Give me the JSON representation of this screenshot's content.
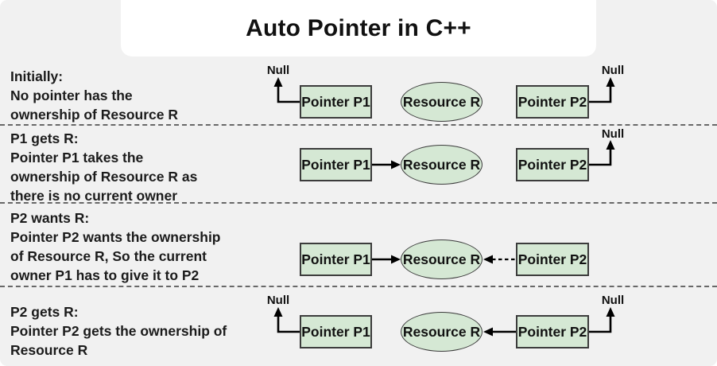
{
  "title": "Auto Pointer in C++",
  "colors": {
    "background": "#f1f1f1",
    "title_card": "#ffffff",
    "node_fill": "#d5e8d4",
    "node_border": "#3c3c3c",
    "text": "#1b1b1b",
    "arrow": "#000000",
    "separator": "#686868"
  },
  "labels": {
    "null": "Null",
    "p1": "Pointer P1",
    "p2": "Pointer P2",
    "resource": "Resource R"
  },
  "sections": [
    {
      "id": "initially",
      "lines": [
        "Initially:",
        "No pointer has the",
        "ownership of Resource R"
      ],
      "state": "P1 -> Null, P2 -> Null"
    },
    {
      "id": "p1-gets-r",
      "lines": [
        "P1 gets R:",
        "Pointer P1 takes the",
        "ownership of Resource R as",
        "there is no current owner"
      ],
      "state": "P1 -> Resource R (solid), P2 -> Null"
    },
    {
      "id": "p2-wants-r",
      "lines": [
        "P2 wants R:",
        "Pointer P2 wants the ownership",
        "of Resource R, So the current",
        "owner P1 has to give it to P2"
      ],
      "state": "P1 -> Resource R (solid), P2 -> Resource R (dashed request)"
    },
    {
      "id": "p2-gets-r",
      "lines": [
        "P2 gets R:",
        "Pointer P2 gets the ownership of",
        "Resource R"
      ],
      "state": "P1 -> Null, P2 -> Resource R (solid), Null marker on P2 right"
    }
  ]
}
